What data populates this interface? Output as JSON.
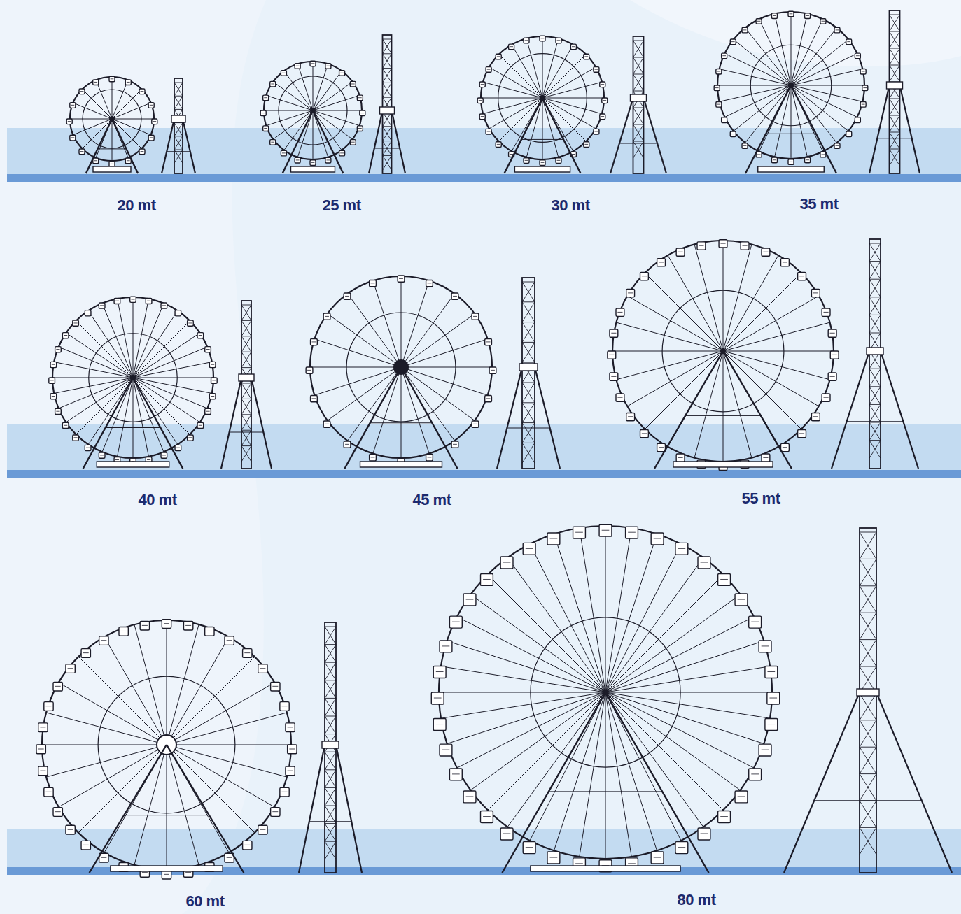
{
  "diagram": {
    "labels": [
      "20 mt",
      "25 mt",
      "30 mt",
      "35 mt",
      "40 mt",
      "45 mt",
      "55 mt",
      "60 mt",
      "80 mt"
    ]
  }
}
